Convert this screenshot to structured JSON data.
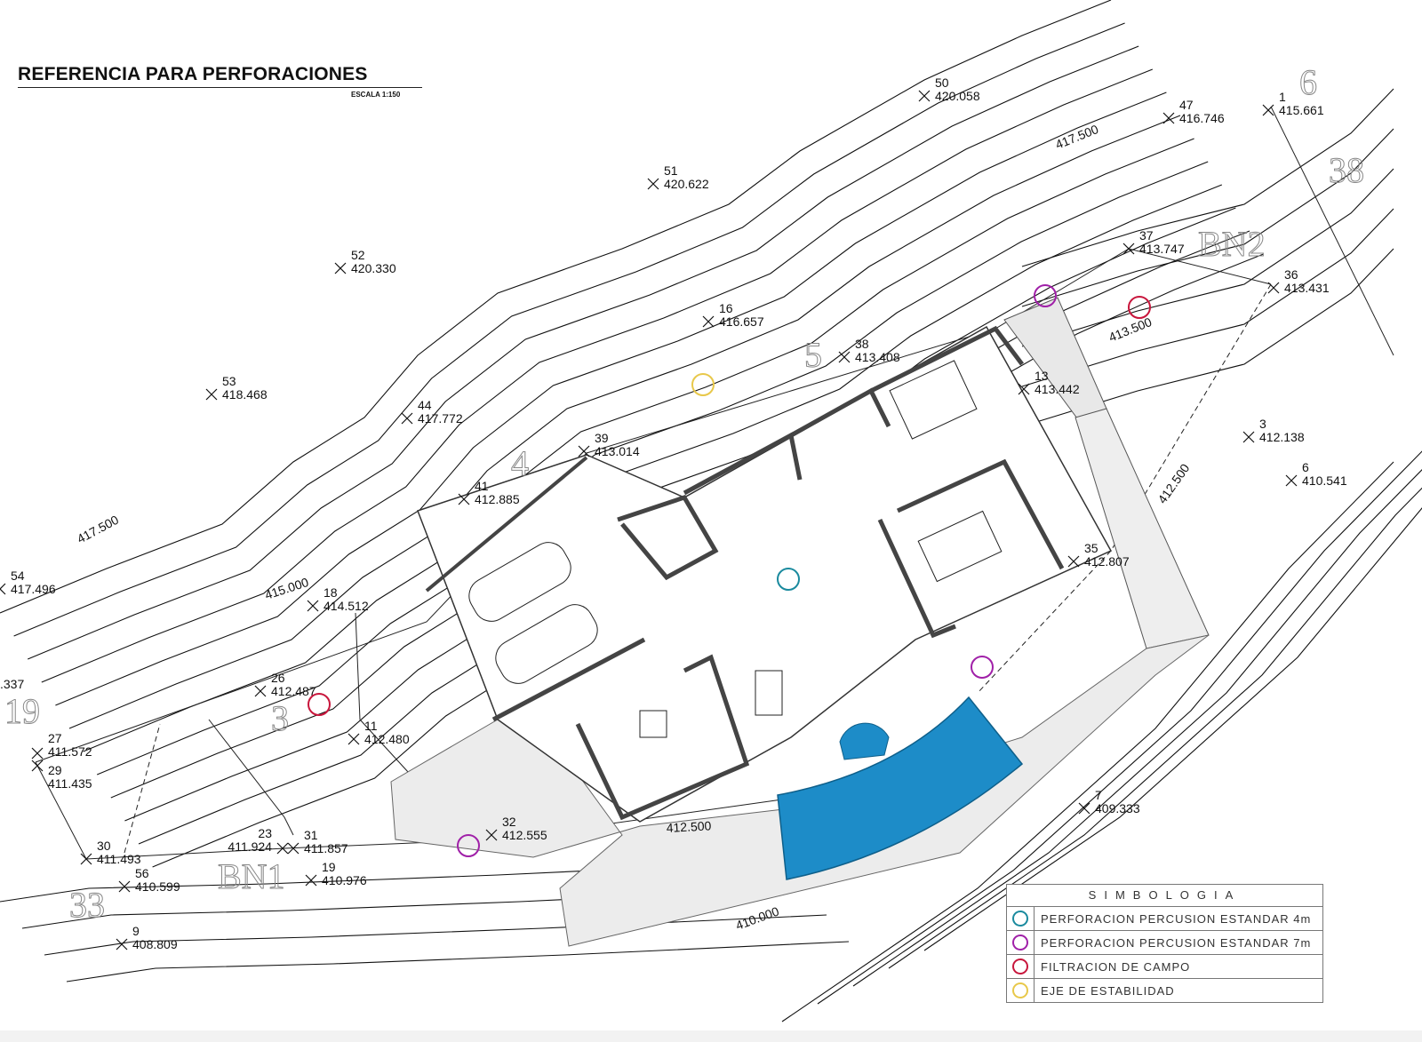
{
  "header": {
    "title": "REFERENCIA PARA PERFORACIONES",
    "scale": "ESCALA 1:150"
  },
  "survey_points": [
    {
      "num": "50",
      "elev": "420.058"
    },
    {
      "num": "47",
      "elev": "416.746"
    },
    {
      "num": "1",
      "elev": "415.661"
    },
    {
      "num": "51",
      "elev": "420.622"
    },
    {
      "num": "52",
      "elev": "420.330"
    },
    {
      "num": "37",
      "elev": "413.747"
    },
    {
      "num": "36",
      "elev": "413.431"
    },
    {
      "num": "16",
      "elev": "416.657"
    },
    {
      "num": "38",
      "elev": "413.408"
    },
    {
      "num": "13",
      "elev": "413.442"
    },
    {
      "num": "53",
      "elev": "418.468"
    },
    {
      "num": "44",
      "elev": "417.772"
    },
    {
      "num": "3",
      "elev": "412.138"
    },
    {
      "num": "39",
      "elev": "413.014"
    },
    {
      "num": "6",
      "elev": "410.541"
    },
    {
      "num": "41",
      "elev": "412.885"
    },
    {
      "num": "54",
      "elev": "417.496"
    },
    {
      "num": "18",
      "elev": "414.512"
    },
    {
      "num": "35",
      "elev": "412.807"
    },
    {
      "num": "26",
      "elev": "412.487"
    },
    {
      "num": "11",
      "elev": "412.480"
    },
    {
      "num": "27",
      "elev": "411.572"
    },
    {
      "num": "29",
      "elev": "411.435"
    },
    {
      "num": "7",
      "elev": "409.333"
    },
    {
      "num": "32",
      "elev": "412.555"
    },
    {
      "num": "23",
      "elev": "411.924"
    },
    {
      "num": "31",
      "elev": "411.857"
    },
    {
      "num": "30",
      "elev": "411.493"
    },
    {
      "num": "56",
      "elev": "410.599"
    },
    {
      "num": "19",
      "elev": "410.976"
    },
    {
      "num": "9",
      "elev": "408.809"
    }
  ],
  "partial_elevation": ".337",
  "contour_labels": [
    "417.500",
    "417.500",
    "415.000",
    "413.500",
    "412.500",
    "412.500",
    "410.000"
  ],
  "lot_labels": [
    "6",
    "38",
    "BN2",
    "5",
    "4",
    "19",
    "3",
    "33",
    "BN1"
  ],
  "boreholes": [
    {
      "type": "4m"
    },
    {
      "type": "7m"
    },
    {
      "type": "7m"
    },
    {
      "type": "7m"
    },
    {
      "type": "filtracion"
    },
    {
      "type": "filtracion"
    },
    {
      "type": "estabilidad"
    }
  ],
  "legend": {
    "title": "SIMBOLOGIA",
    "items": [
      {
        "label": "PERFORACION  PERCUSION  ESTANDAR  4m",
        "color": "#1a8a9e"
      },
      {
        "label": "PERFORACION  PERCUSION  ESTANDAR  7m",
        "color": "#a020a8"
      },
      {
        "label": "FILTRACION  DE  CAMPO",
        "color": "#c8163c"
      },
      {
        "label": "EJE  DE  ESTABILIDAD",
        "color": "#e8c84a"
      }
    ]
  },
  "colors": {
    "pool": "#1d8cc8",
    "line": "#111111",
    "lot": "#888888"
  }
}
